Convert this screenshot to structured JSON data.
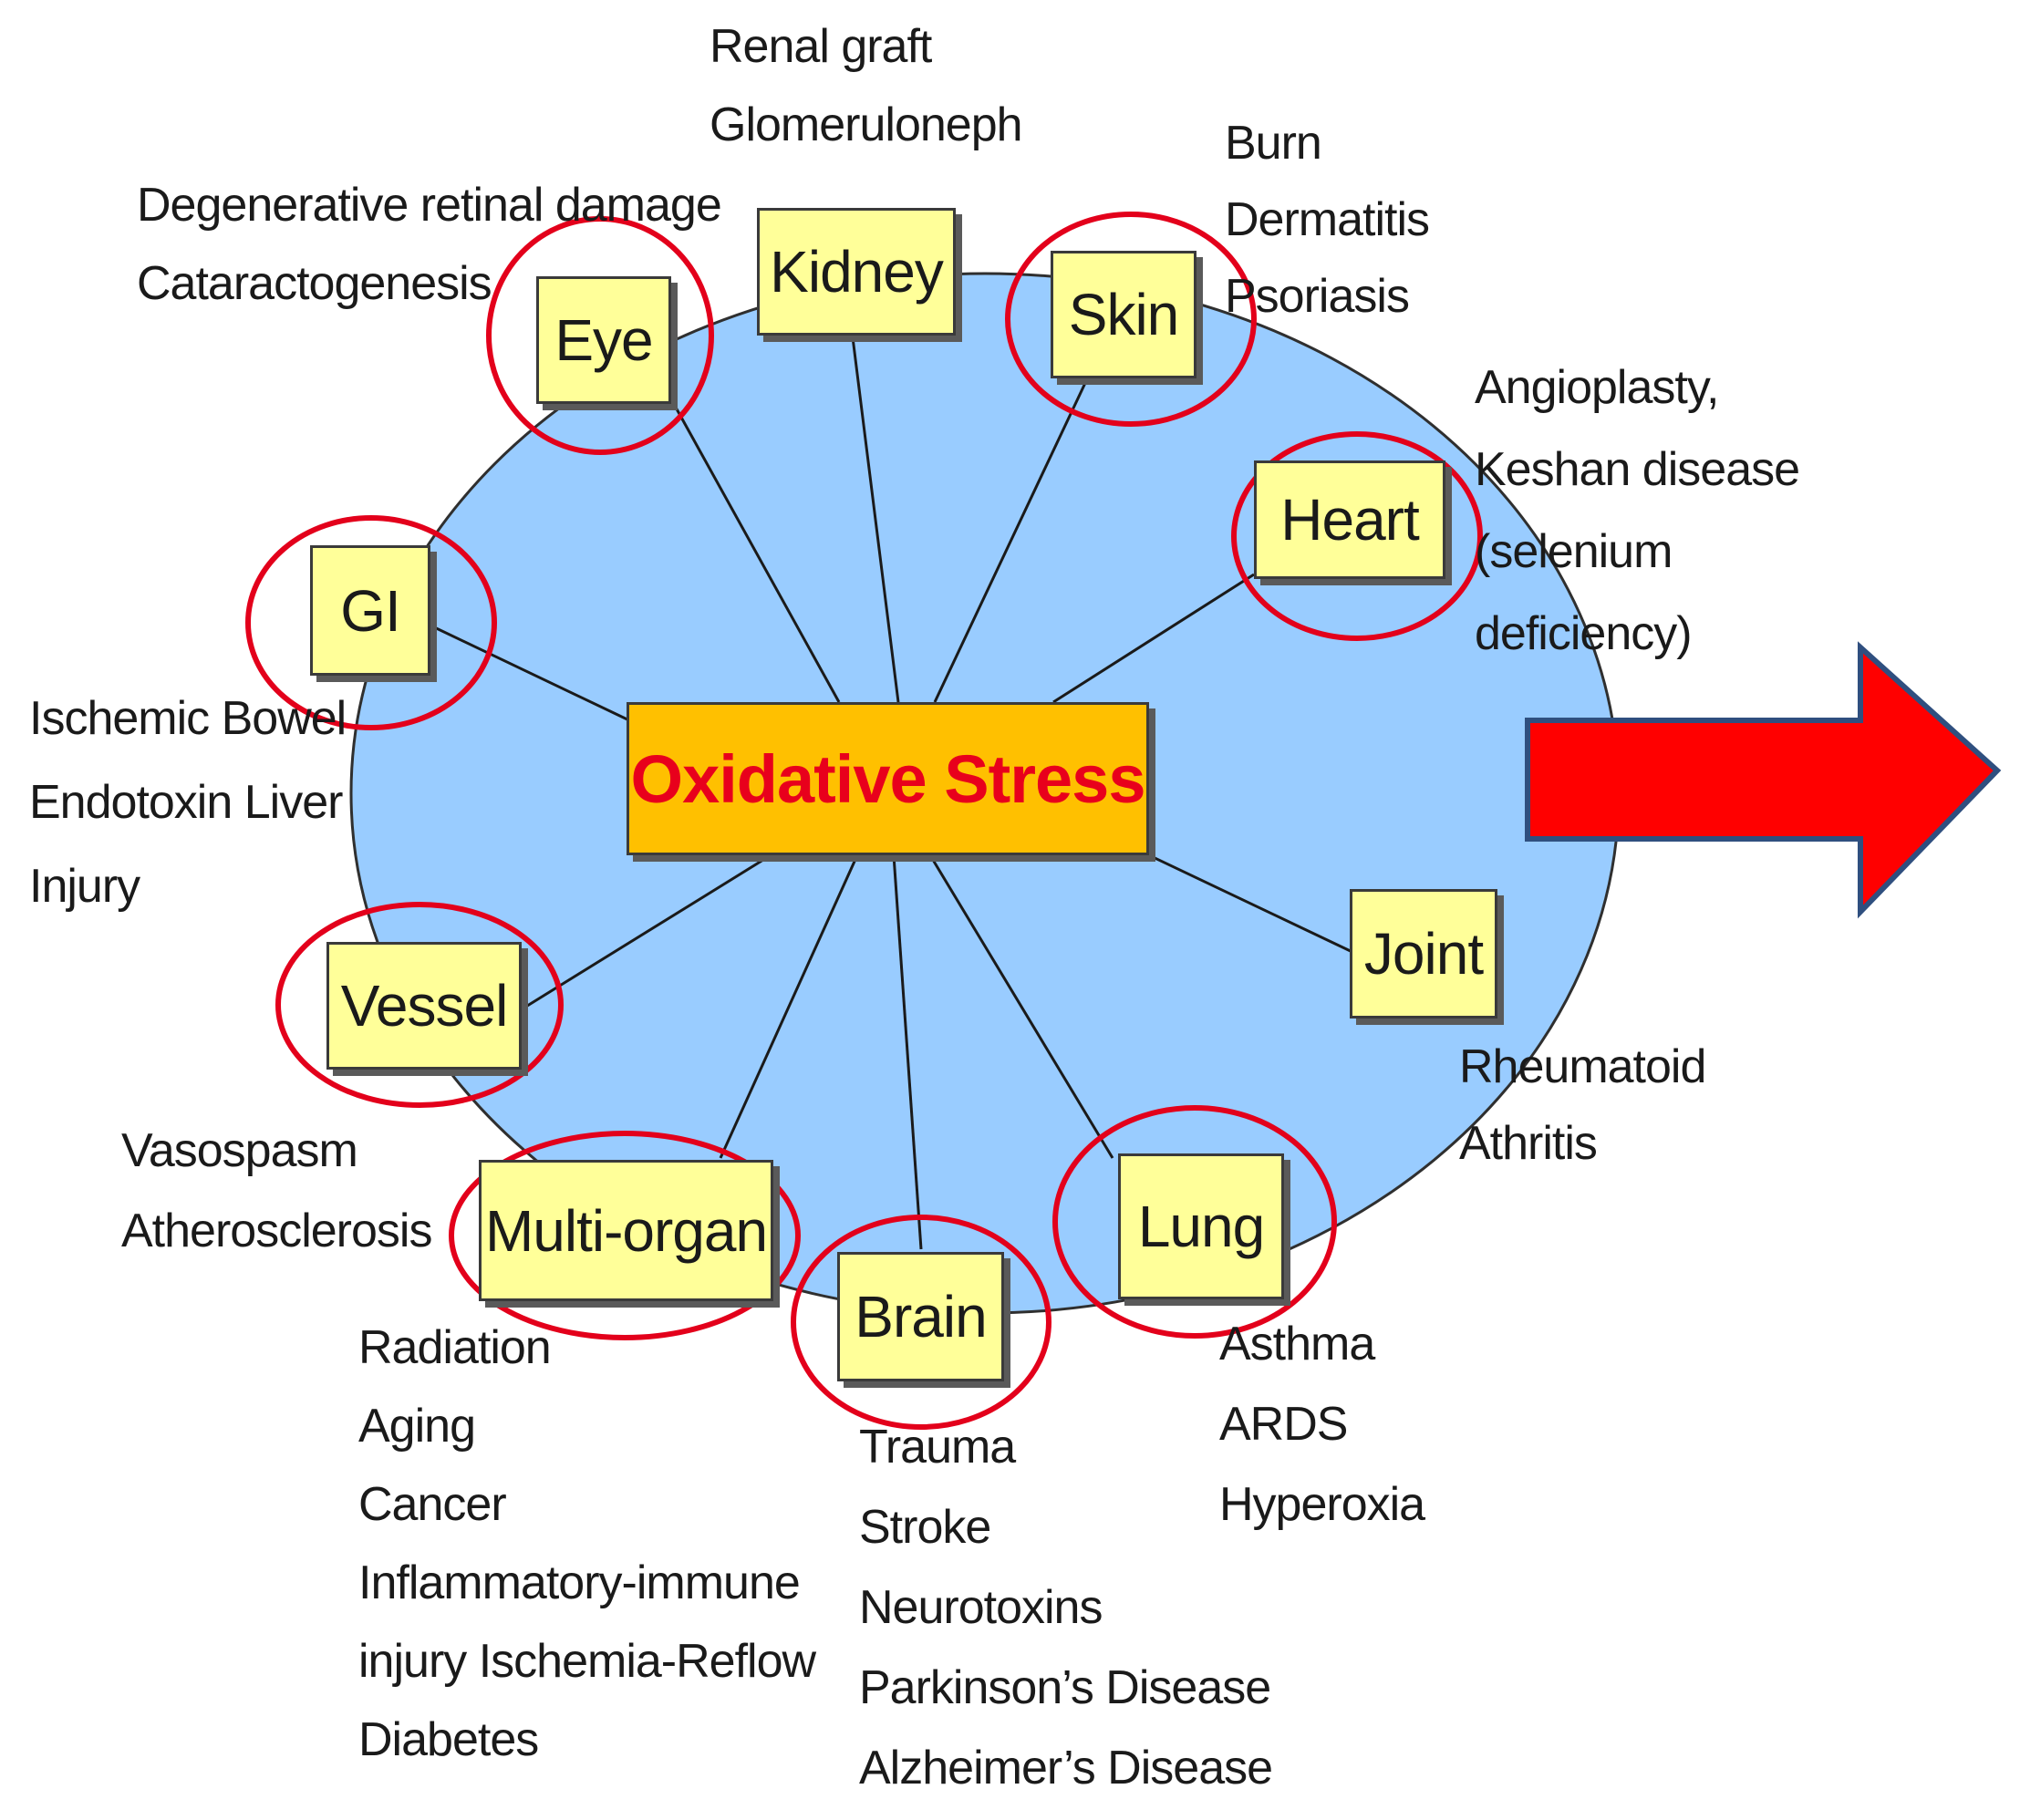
{
  "center": {
    "label": "Oxidative Stress"
  },
  "colors": {
    "ellipse_fill": "#99ccff",
    "box_fill": "#ffff99",
    "center_fill": "#ffc000",
    "center_text": "#e8001c",
    "circle_stroke": "#e3001b",
    "arrow_fill": "#ff0000",
    "arrow_stroke": "#2f4f7f"
  },
  "organs": {
    "kidney": "Kidney",
    "eye": "Eye",
    "skin": "Skin",
    "heart": "Heart",
    "gi": "GI",
    "joint": "Joint",
    "vessel": "Vessel",
    "lung": "Lung",
    "multiorgan": "Multi-organ",
    "brain": "Brain"
  },
  "conditions": {
    "kidney": [
      "Renal graft",
      "Glomeruloneph"
    ],
    "eye": [
      "Degenerative retinal damage",
      "Cataractogenesis"
    ],
    "skin": [
      "Burn",
      "Dermatitis",
      "Psoriasis"
    ],
    "heart": [
      "Angioplasty,",
      "Keshan disease",
      "(selenium",
      "deficiency)"
    ],
    "gi": [
      "Ischemic Bowel",
      "Endotoxin Liver",
      "Injury"
    ],
    "joint": [
      "Rheumatoid",
      "Athritis"
    ],
    "vessel": [
      "Vasospasm",
      "Atherosclerosis"
    ],
    "multiorgan": [
      "Radiation",
      "Aging",
      "Cancer",
      "Inflammatory-immune",
      "injury Ischemia-Reflow",
      "Diabetes"
    ],
    "brain": [
      "Trauma",
      "Stroke",
      "Neurotoxins",
      "Parkinson’s Disease",
      "Alzheimer’s Disease"
    ],
    "lung": [
      "Asthma",
      "ARDS",
      "Hyperoxia"
    ]
  }
}
